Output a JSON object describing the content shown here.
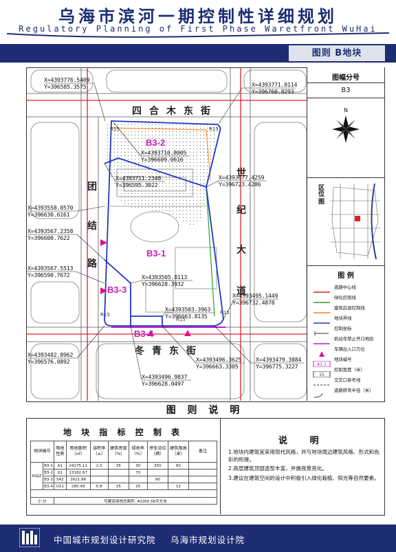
{
  "header": {
    "title": "乌海市滨河一期控制性详细规划",
    "subtitle": "Regulatory Planning of First Phase Waretfront WuHai",
    "sheet_label": "图则   B地块"
  },
  "map": {
    "roads": {
      "north": "四合木东街",
      "south": "冬青东街",
      "west_chars": [
        "团",
        "结",
        "路"
      ],
      "east_chars": [
        "世",
        "纪",
        "大",
        "道"
      ]
    },
    "plots": {
      "b32": "B3-2",
      "b31": "B3-1",
      "b33": "B3-3",
      "b34": "B3-4"
    },
    "radii": [
      "R15",
      "R15",
      "R15",
      "R15",
      "R15"
    ],
    "coords": [
      {
        "x": "X=4393776.5409",
        "y": "Y=396585.3575"
      },
      {
        "x": "X=4393771.0114",
        "y": "Y=396760.8293"
      },
      {
        "x": "X=4393710.8005",
        "y": "Y=396609.0616"
      },
      {
        "x": "X=4393711.2348",
        "y": "Y=396595.3022"
      },
      {
        "x": "X=4393677.4259",
        "y": "Y=396723.4286"
      },
      {
        "x": "X=4393558.0570",
        "y": "Y=396630.6161"
      },
      {
        "x": "X=4393567.2358",
        "y": "Y=396600.7622"
      },
      {
        "x": "X=4393567.5513",
        "y": "Y=396590.7672"
      },
      {
        "x": "X=4393505.8113",
        "y": "Y=396628.3932"
      },
      {
        "x": "X=4393503.3963",
        "y": "Y=396663.8135"
      },
      {
        "x": "X=4393495.1449",
        "y": "Y=396732.4878"
      },
      {
        "x": "X=4393482.8962",
        "y": "Y=396576.0892"
      },
      {
        "x": "X=4393479.3884",
        "y": "Y=396775.3227"
      },
      {
        "x": "X=4393496.3625",
        "y": "Y=396663.3305"
      },
      {
        "x": "X=4393496.9837",
        "y": "Y=396628.0497"
      }
    ]
  },
  "side": {
    "sheet_no_label": "图幅分号",
    "sheet_no": "B3",
    "north": "N",
    "location_label_1": "区",
    "location_label_2": "位图",
    "legend_title": "图  例",
    "legend": [
      {
        "label": "道路中心线",
        "color": "#e0202a"
      },
      {
        "label": "绿化控制线",
        "color": "#22a12a"
      },
      {
        "label": "建筑后退控制线",
        "color": "#ff7a1c"
      },
      {
        "label": "地块界线",
        "color": "#2136c8"
      },
      {
        "label": "控制坐标",
        "color": "#333333"
      },
      {
        "label": "机动车禁止开口地段",
        "color": "#c01ec0"
      },
      {
        "label": "车辆出入口方位",
        "color": "#e0108a"
      },
      {
        "label": "地块编号",
        "color": "#c01ec0"
      },
      {
        "label": "控制宽度（米）",
        "color": "#333333"
      },
      {
        "label": "交叉口参考线",
        "color": "#333333"
      },
      {
        "label": "道路转弯半径（米）",
        "color": "#333333"
      }
    ],
    "legend_samples": {
      "code": "A1-1",
      "width": "15"
    }
  },
  "notes": {
    "section_title": "图 则 说 明",
    "table_title": "地 块 指 标 控 制 表",
    "columns": [
      "地块编号",
      "用地性质",
      "用地面积（㎡）",
      "容积率（≤）",
      "建筑密度（%）",
      "绿地率（%）",
      "停车泊位（辆）",
      "建筑限高（米）",
      "备注"
    ],
    "group_code": "KGJZ",
    "rows": [
      [
        "B3-1",
        "A1",
        "24175.11",
        "2.0",
        "35",
        "30",
        "350",
        "60",
        ""
      ],
      [
        "B3-2",
        "G1",
        "13182.67",
        "",
        "",
        "70",
        "",
        "",
        ""
      ],
      [
        "B3-3",
        "S42",
        "2621.86",
        "",
        "",
        "",
        "90",
        "",
        ""
      ],
      [
        "B3-4",
        "U11",
        "280.99",
        "0.8",
        "25",
        "25",
        "",
        "12",
        ""
      ]
    ],
    "subtotal_label": "小  计",
    "subtotal_value": "可建设用地总面积: 40260.58平方米",
    "explain_title": "说  明",
    "explain": [
      "1.地块内建筑宜采用现代风格，并与地块周边建筑风格、形式和色彩的衔接。",
      "2.高层建筑顶部造型丰富，并做夜景亮化。",
      "3.建议在建筑空间的设计中积极引入绿化栽植、阳光等自然要素。"
    ]
  },
  "footer": {
    "org1": "中国城市规划设计研究院",
    "org2": "乌海市规划设计院"
  }
}
